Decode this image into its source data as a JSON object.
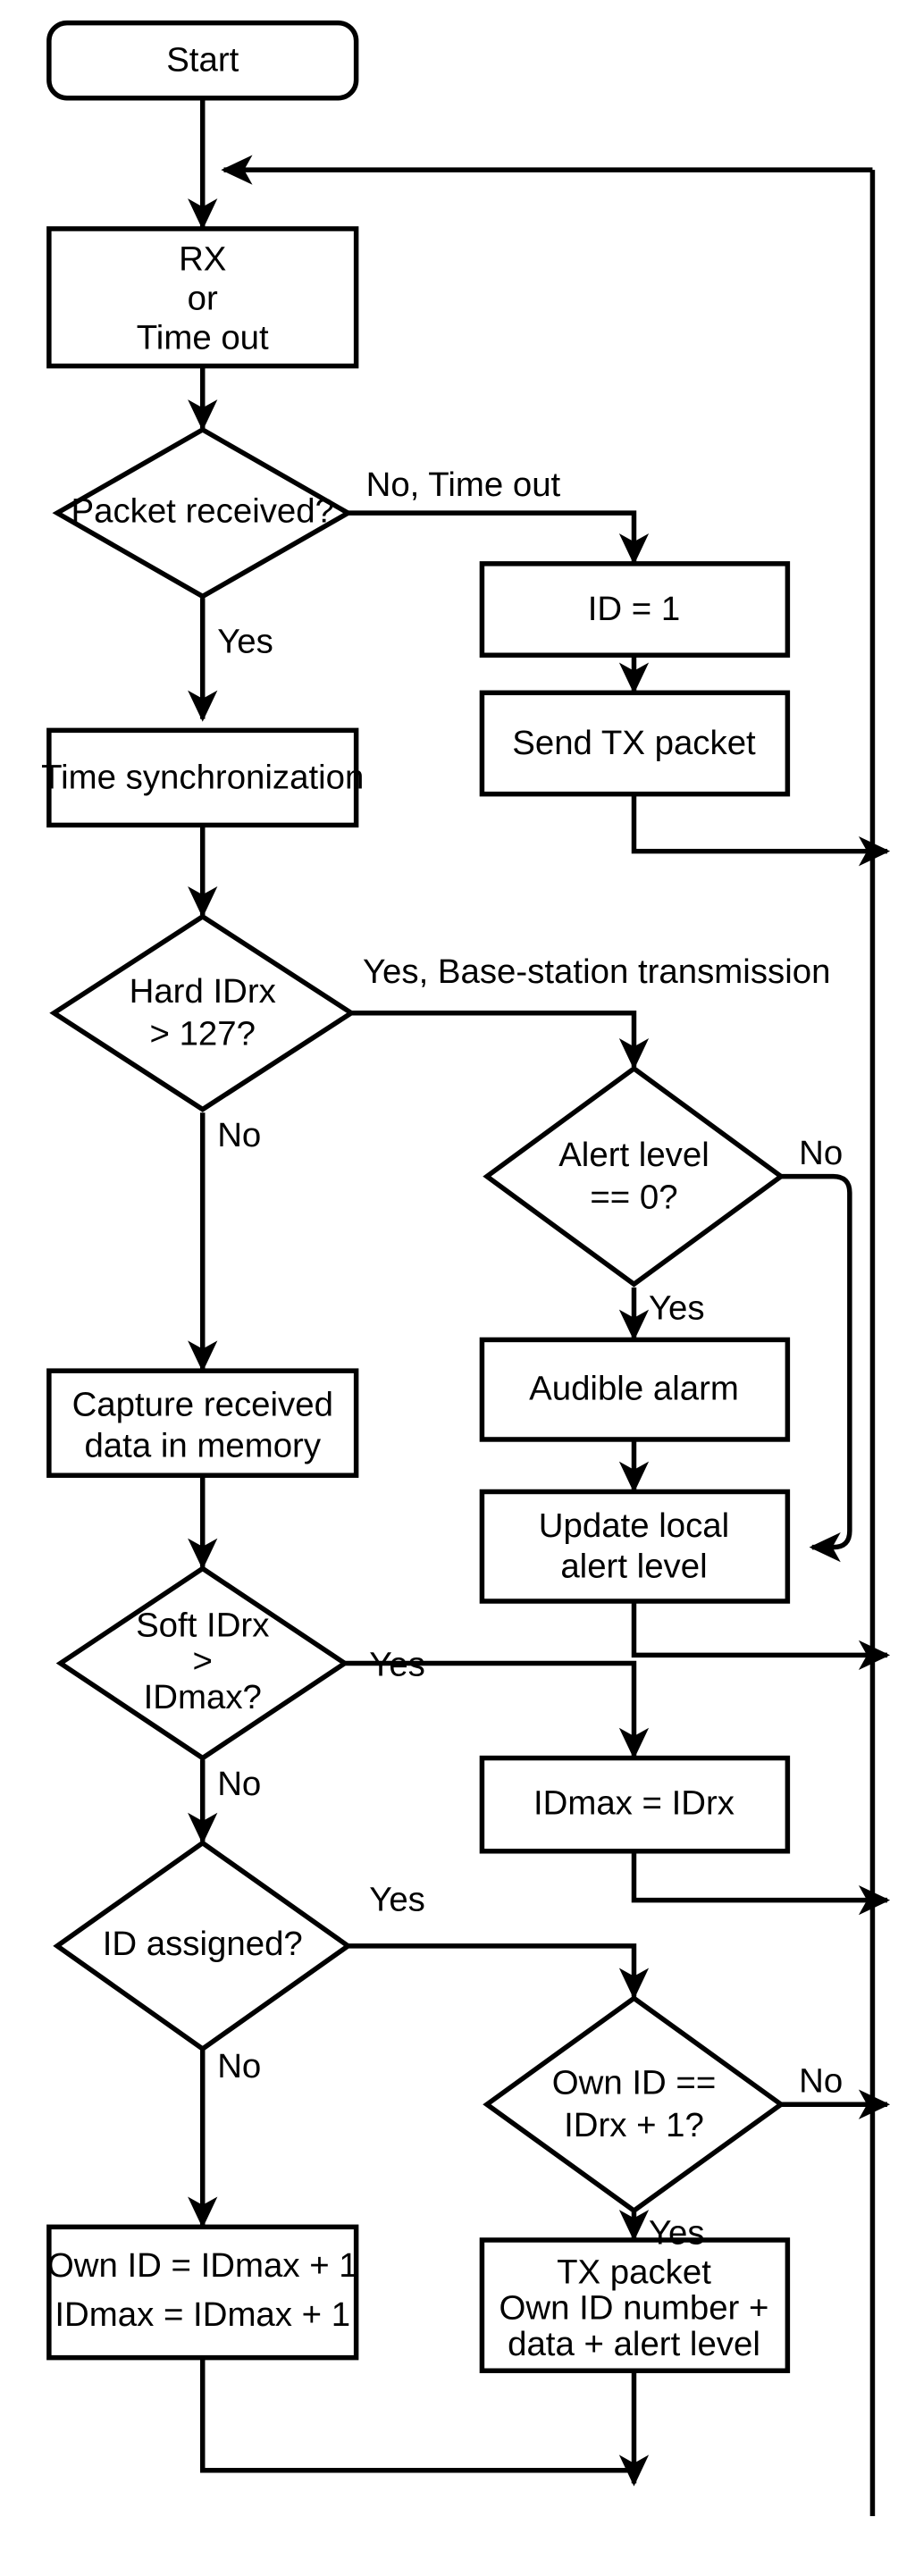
{
  "diagram": {
    "title": "Wireless node packet handling flowchart",
    "type": "flowchart",
    "background_color": "#ffffff",
    "line_color": "#000000",
    "fill_color": "#ffffff"
  },
  "nodes": [
    {
      "id": "start",
      "shape": "terminator",
      "lines": [
        "Start"
      ]
    },
    {
      "id": "rx",
      "shape": "process",
      "lines": [
        "RX",
        "or",
        "Time out"
      ]
    },
    {
      "id": "packet_rx",
      "shape": "decision",
      "lines": [
        "Packet received?"
      ]
    },
    {
      "id": "id_eq_1",
      "shape": "process",
      "lines": [
        "ID = 1"
      ]
    },
    {
      "id": "send_tx",
      "shape": "process",
      "lines": [
        "Send TX packet"
      ]
    },
    {
      "id": "timesync",
      "shape": "process",
      "lines": [
        "Time synchronization"
      ]
    },
    {
      "id": "hard_idrx",
      "shape": "decision",
      "lines": [
        "Hard IDrx",
        "> 127?"
      ]
    },
    {
      "id": "alert_level",
      "shape": "decision",
      "lines": [
        "Alert level",
        "== 0?"
      ]
    },
    {
      "id": "audible",
      "shape": "process",
      "lines": [
        "Audible alarm"
      ]
    },
    {
      "id": "update_alert",
      "shape": "process",
      "lines": [
        "Update local",
        "alert level"
      ]
    },
    {
      "id": "capture",
      "shape": "process",
      "lines": [
        "Capture received",
        "data in memory"
      ]
    },
    {
      "id": "soft_idrx",
      "shape": "decision",
      "lines": [
        "Soft IDrx",
        ">",
        "IDmax?"
      ]
    },
    {
      "id": "idmax_set",
      "shape": "process",
      "lines": [
        "IDmax = IDrx"
      ]
    },
    {
      "id": "id_assigned",
      "shape": "decision",
      "lines": [
        "ID assigned?"
      ]
    },
    {
      "id": "own_id_eq",
      "shape": "decision",
      "lines": [
        "Own ID ==",
        "IDrx + 1?"
      ]
    },
    {
      "id": "assign_id",
      "shape": "process",
      "lines": [
        "Own ID = IDmax + 1",
        "IDmax = IDmax + 1"
      ]
    },
    {
      "id": "tx_packet",
      "shape": "process",
      "lines": [
        "TX packet",
        "Own ID number +",
        "data + alert level"
      ]
    }
  ],
  "edge_labels": [
    {
      "id": "lbl_no_timeout",
      "text": "No, Time out"
    },
    {
      "id": "lbl_yes_packet",
      "text": "Yes"
    },
    {
      "id": "lbl_yes_base",
      "text": "Yes, Base-station transmission"
    },
    {
      "id": "lbl_no_hard",
      "text": "No"
    },
    {
      "id": "lbl_no_alert",
      "text": "No"
    },
    {
      "id": "lbl_yes_alert",
      "text": "Yes"
    },
    {
      "id": "lbl_yes_soft",
      "text": "Yes"
    },
    {
      "id": "lbl_no_soft",
      "text": "No"
    },
    {
      "id": "lbl_yes_assigned",
      "text": "Yes"
    },
    {
      "id": "lbl_no_assigned",
      "text": "No"
    },
    {
      "id": "lbl_no_ownid",
      "text": "No"
    },
    {
      "id": "lbl_yes_ownid",
      "text": "Yes"
    }
  ]
}
